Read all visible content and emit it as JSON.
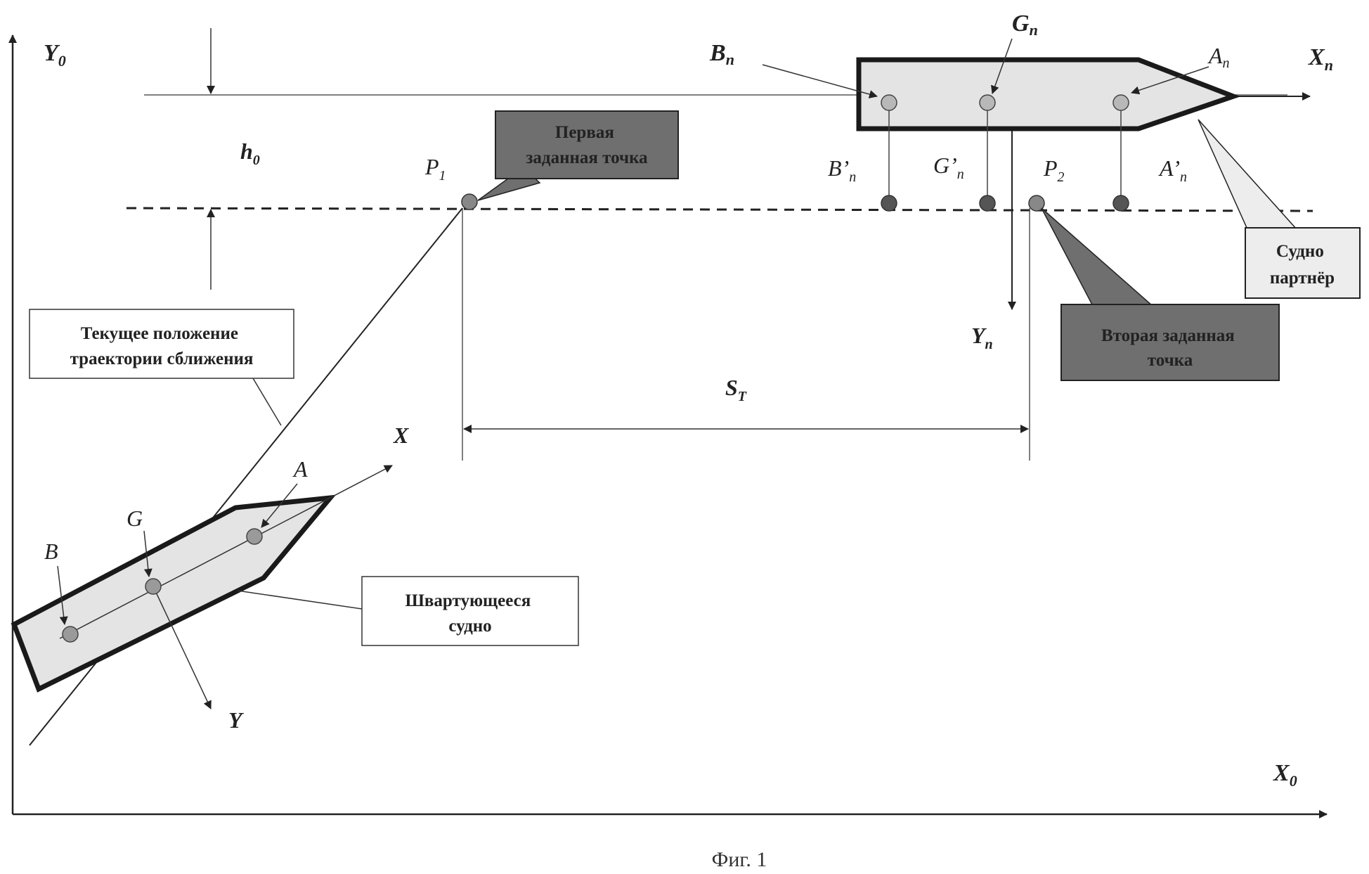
{
  "axes": {
    "y0": "Y",
    "y0_sub": "0",
    "x0": "X",
    "x0_sub": "0",
    "xn": "X",
    "xn_sub": "п",
    "yn": "Y",
    "yn_sub": "п",
    "x": "X",
    "y": "Y"
  },
  "dimensions": {
    "h0": "h",
    "h0_sub": "0",
    "st": "S",
    "st_sub": "T"
  },
  "points": {
    "p1": "P",
    "p1_sub": "1",
    "p2": "P",
    "p2_sub": "2",
    "an": "A",
    "an_sub": "п",
    "bn": "B",
    "bn_sub": "п",
    "gn": "G",
    "gn_sub": "п",
    "an_proj": "A’",
    "an_proj_sub": "п",
    "bn_proj": "B’",
    "bn_proj_sub": "п",
    "gn_proj": "G’",
    "gn_proj_sub": "п",
    "a": "A",
    "b": "B",
    "g": "G"
  },
  "callouts": {
    "first_point": [
      "Первая",
      "заданная точка"
    ],
    "second_point": [
      "Вторая заданная",
      "точка"
    ],
    "partner_vessel": [
      "Судно",
      "партнёр"
    ],
    "trajectory": [
      "Текущее положение",
      "траектории сближения"
    ],
    "mooring_vessel": [
      "Швартующееся",
      "судно"
    ]
  },
  "caption": "Фиг. 1",
  "colors": {
    "dark_box": "#6f6f6f",
    "light_box": "#ededed",
    "hull_fill": "#e4e4e4",
    "point_light": "#b8b8b8",
    "point_dark": "#555555",
    "line": "#222222"
  }
}
